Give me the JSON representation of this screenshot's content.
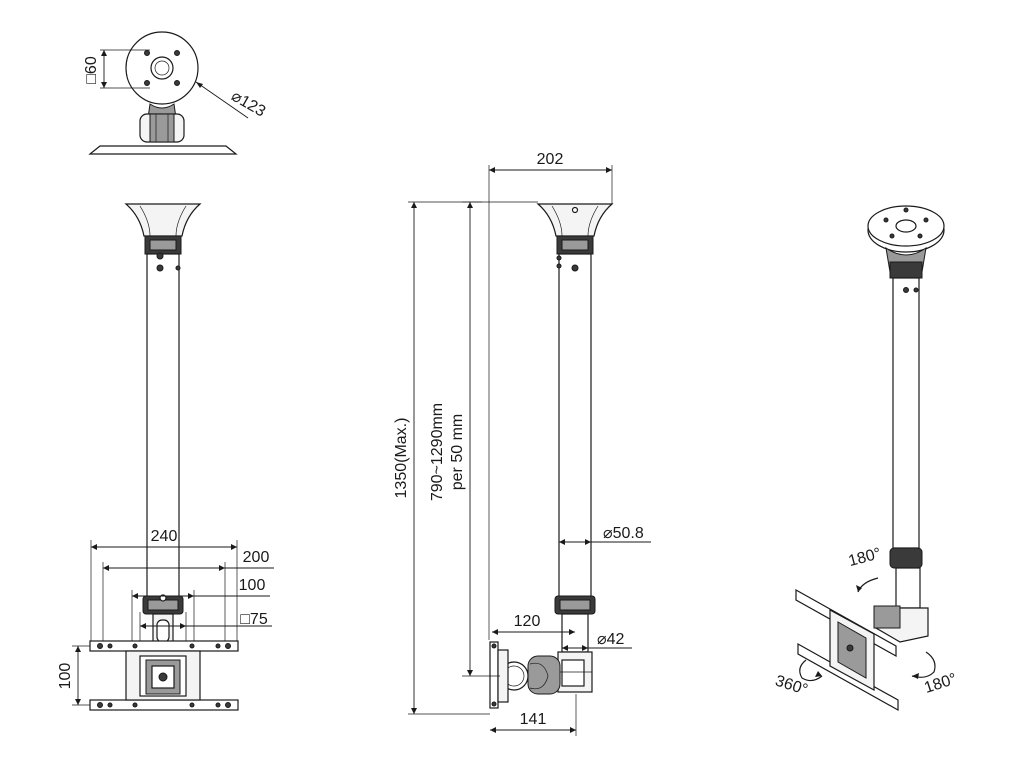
{
  "labels": {
    "top_square": "□60",
    "top_diameter": "⌀123",
    "width_240": "240",
    "width_200": "200",
    "width_100": "100",
    "square_75": "□75",
    "height_100": "100",
    "width_202": "202",
    "height_max": "1350(Max.)",
    "range_line1": "790~1290mm",
    "range_line2": "per 50 mm",
    "diameter_pole": "⌀50.8",
    "offset_120": "120",
    "diameter_42": "⌀42",
    "offset_141": "141",
    "rot_180_top": "180°",
    "rot_360": "360°",
    "rot_180_right": "180°"
  },
  "colors": {
    "line": "#1a1a1a",
    "fill_light": "#f4f4f4",
    "fill_dark": "#3a3a3a"
  }
}
